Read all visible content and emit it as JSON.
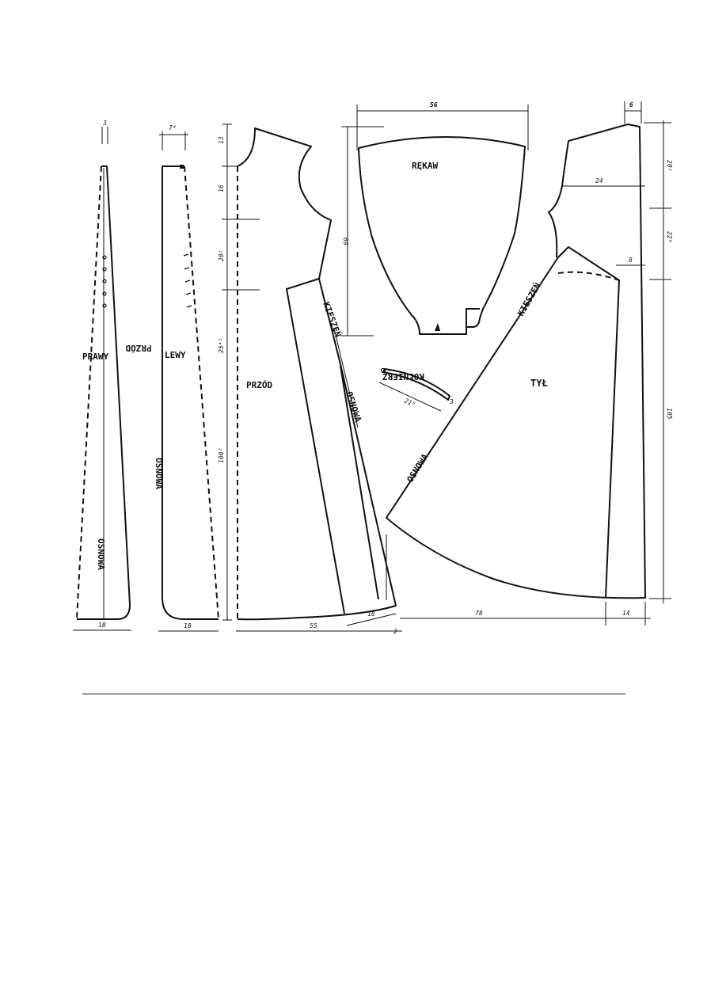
{
  "labels": {
    "front_right": "PRAWY",
    "front_rotated": "PRZÓD",
    "front_left": "LEWY",
    "front_main": "PRZÓD",
    "pocket_front": "KIESZEŃ",
    "pocket_back": "KIESZEŃ",
    "grain_1": "OSNOWA",
    "grain_2": "OSNOWA",
    "grain_3": "OSNOWA",
    "grain_4": "OSNOWA",
    "sleeve": "RĘKAW",
    "collar": "KOŁNIERZ",
    "back": "TYŁ"
  },
  "dimensions": {
    "top_narrow": "3",
    "top_left": "7⁴",
    "sleeve_width": "56",
    "back_top": "6",
    "sleeve_height": "69",
    "back_shoulder": "24",
    "back_dart": "8",
    "front_v1": "13",
    "front_v2": "16",
    "front_v3": "20²",
    "front_v4": "25⁴¹",
    "front_v5": "100²",
    "back_v1": "20²",
    "back_v2": "22⁸",
    "back_v3": "105",
    "collar_len": "21⁸",
    "collar_w": "3",
    "hem_1": "18",
    "hem_2": "18",
    "hem_3": "55",
    "hem_4": "18",
    "hem_5": "78",
    "hem_6": "14"
  }
}
